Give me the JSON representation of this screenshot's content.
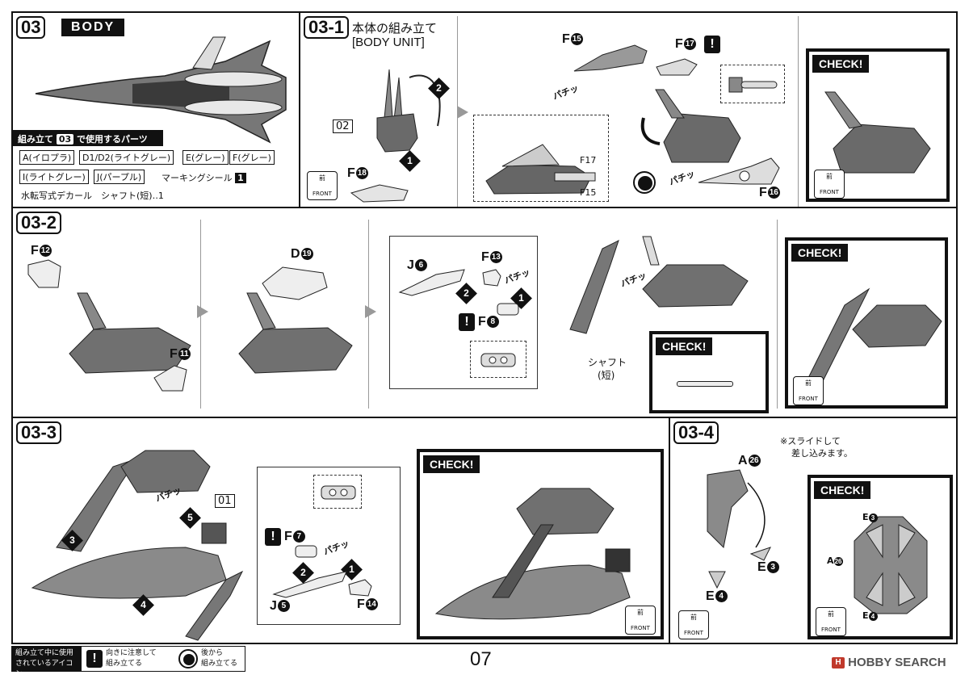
{
  "section03": {
    "tag": "03",
    "title": "BODY",
    "parts_header": "組み立て",
    "parts_header_num": "03",
    "parts_header_suffix": "で使用するパーツ",
    "parts": [
      "A(イロプラ)",
      "D1/D2(ライトグレー)",
      "E(グレー)",
      "F(グレー)",
      "I(ライトグレー)",
      "J(パープル)"
    ],
    "marking_label": "マーキングシール",
    "marking_num": "1",
    "decal_line": "水転写式デカール　シャフト(短)‥1"
  },
  "step031": {
    "tag": "03-1",
    "title_jp": "本体の組み立て",
    "title_en": "[BODY UNIT]",
    "labels": {
      "part02": "02",
      "f18": "F",
      "f18n": "18",
      "f15": "F",
      "f15n": "15",
      "f17": "F",
      "f17n": "17",
      "f16": "F",
      "f16n": "16",
      "f17s": "F17",
      "f15s": "F15"
    },
    "snap": "パチッ",
    "check": "CHECK!"
  },
  "step032": {
    "tag": "03-2",
    "labels": {
      "f12": "F",
      "f12n": "12",
      "f11": "F",
      "f11n": "11",
      "d19": "D",
      "d19n": "19",
      "j6": "J",
      "j6n": "6",
      "f13": "F",
      "f13n": "13",
      "f8": "F",
      "f8n": "8"
    },
    "shaft": "シャフト",
    "shaft2": "(短)",
    "snap": "パチッ",
    "check": "CHECK!"
  },
  "step033": {
    "tag": "03-3",
    "labels": {
      "part01": "01",
      "f7": "F",
      "f7n": "7",
      "j5": "J",
      "j5n": "5",
      "f14": "F",
      "f14n": "14"
    },
    "snap": "パチッ",
    "check": "CHECK!"
  },
  "step034": {
    "tag": "03-4",
    "note1": "※スライドして",
    "note2": "差し込みます。",
    "labels": {
      "a26": "A",
      "a26n": "26",
      "e3": "E",
      "e3n": "3",
      "e4": "E",
      "e4n": "4"
    },
    "check": "CHECK!"
  },
  "front": {
    "jp": "前",
    "en": "FRONT"
  },
  "footer": {
    "legend_title1": "組み立て中に使用",
    "legend_title2": "されているアイコン",
    "icon1_text1": "向きに注意して",
    "icon1_text2": "組み立てる",
    "icon2_text1": "後から",
    "icon2_text2": "組み立てる",
    "page": "07",
    "watermark": "HOBBY SEARCH"
  }
}
